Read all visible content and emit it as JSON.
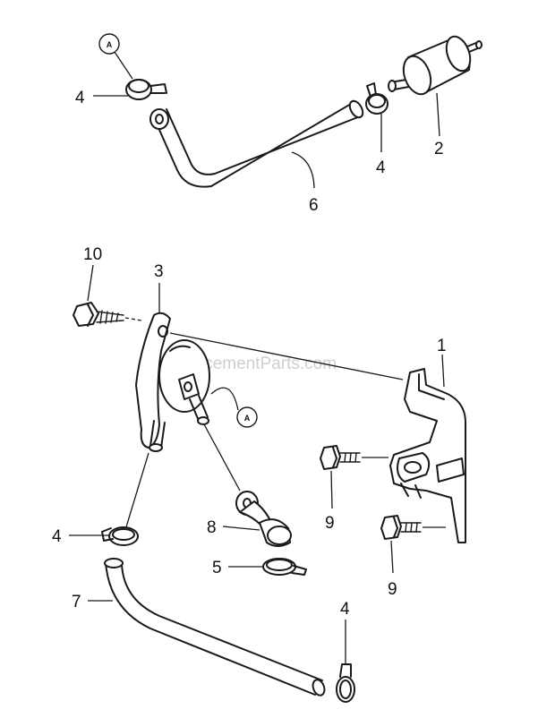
{
  "watermark": "eReplacementParts.com",
  "callouts": {
    "c1": "1",
    "c2": "2",
    "c3": "3",
    "c4a": "4",
    "c4b": "4",
    "c4c": "4",
    "c4d": "4",
    "c5": "5",
    "c6": "6",
    "c7": "7",
    "c8": "8",
    "c9a": "9",
    "c9b": "9",
    "c10": "10"
  },
  "references": {
    "top": "A",
    "pump": "A"
  },
  "colors": {
    "line": "#1a1a1a",
    "watermark": "#cfcfcf"
  }
}
